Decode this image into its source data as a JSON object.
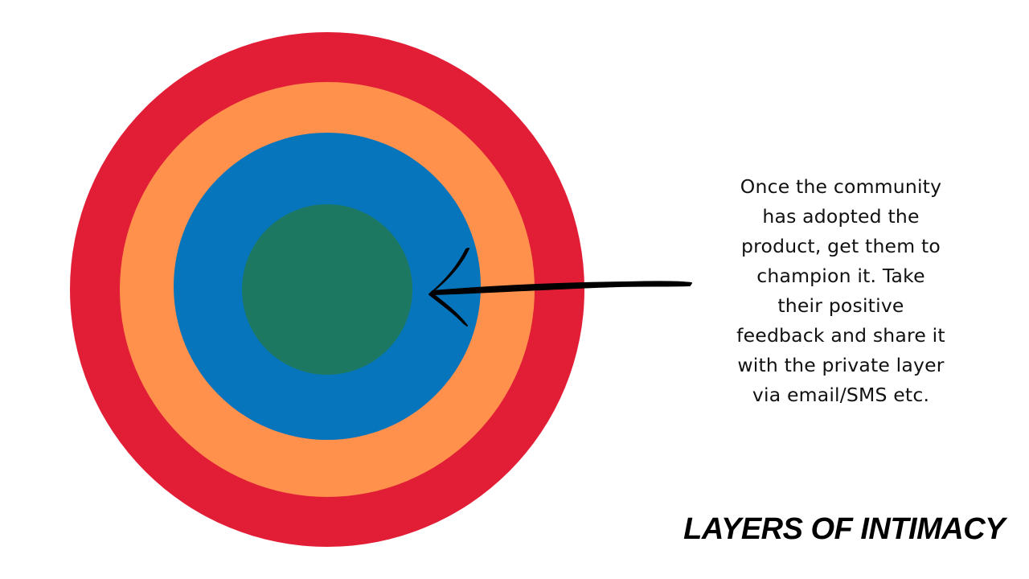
{
  "diagram": {
    "rings": [
      {
        "name": "outer-ring",
        "color": "#e21e37"
      },
      {
        "name": "third-ring",
        "color": "#ff914d"
      },
      {
        "name": "second-ring",
        "color": "#0775bc"
      },
      {
        "name": "inner-ring",
        "color": "#1d7862"
      }
    ],
    "arrow_color": "#000000"
  },
  "annotation": {
    "lines": [
      "Once the community",
      "has adopted the",
      "product, get them to",
      "champion it. Take",
      "their positive",
      "feedback and share it",
      "with the private layer",
      "via email/SMS etc."
    ]
  },
  "title": "LAYERS OF INTIMACY"
}
